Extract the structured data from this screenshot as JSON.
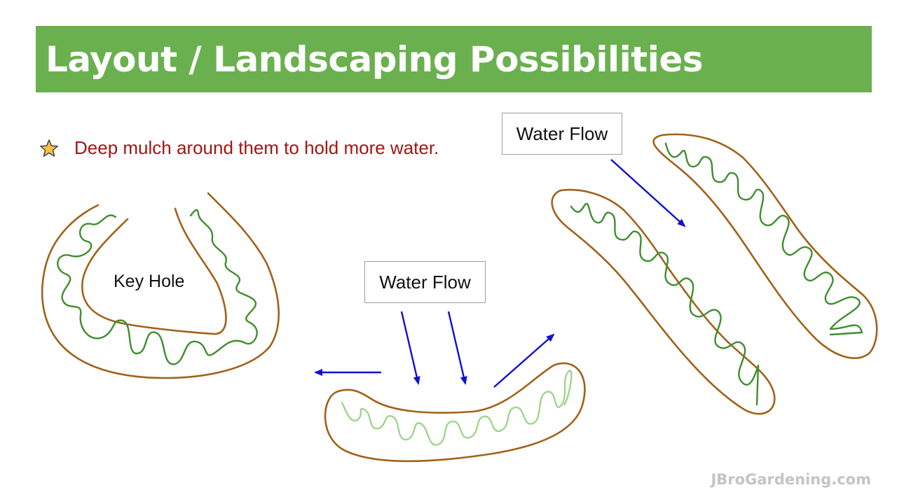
{
  "slide": {
    "title": "Layout / Landscaping Possibilities",
    "bullet": {
      "icon": "star-icon",
      "text": "Deep mulch around them to hold more water."
    },
    "labels": {
      "keyhole": "Key Hole",
      "water_flow_top": "Water Flow",
      "water_flow_middle": "Water Flow"
    },
    "watermark": "JBroGardening.com"
  },
  "colors": {
    "title_bar": "#6ab04f",
    "title_text": "#ffffff",
    "bullet_text": "#a31515",
    "bed_outline": "#a0621a",
    "plants": "#3e8e2e",
    "plants_light": "#9fd58d",
    "arrows": "#1010d0",
    "star": "#f5c242"
  }
}
